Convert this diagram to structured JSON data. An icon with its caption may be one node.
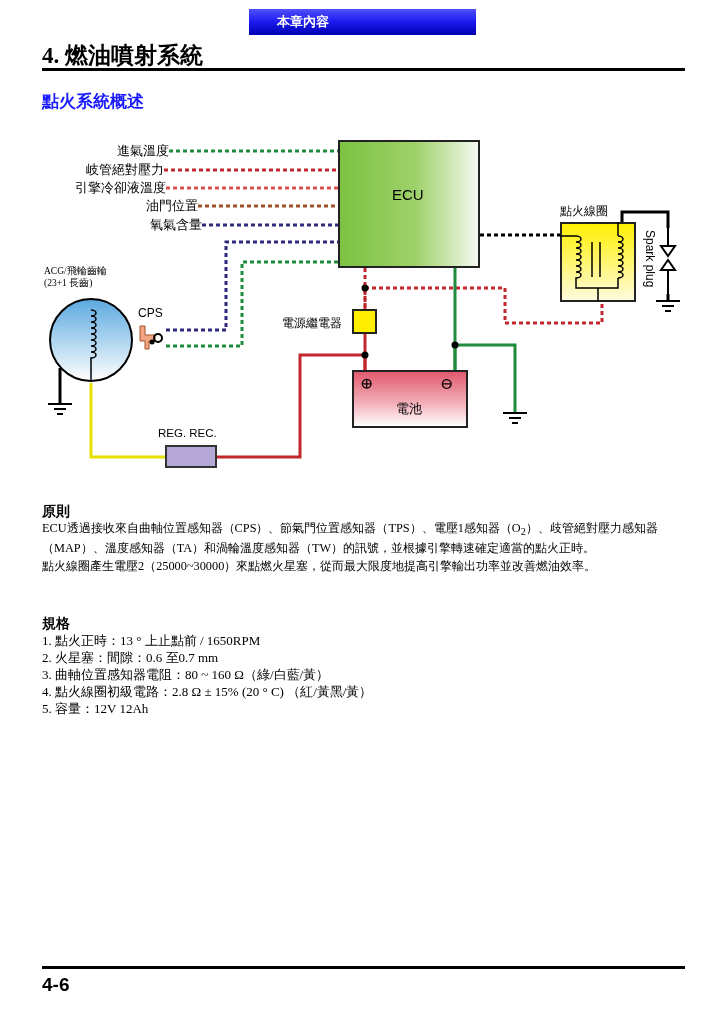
{
  "diagram": {
    "title": "4. 燃油噴射系統",
    "nodes": [
      {
        "text": [
          "ECU"
        ]
      },
      {
        "text": [
          "進氣溫度"
        ]
      },
      {
        "text": [
          "岐管絕對壓力"
        ]
      },
      {
        "text": [
          "引擎冷卻液溫度"
        ]
      },
      {
        "text": [
          "油門位置"
        ]
      },
      {
        "text": [
          "氧氣含量"
        ]
      },
      {
        "text": [
          "ACG/飛輪齒輪 (23+1 長齒)"
        ]
      },
      {
        "text": [
          "CPS"
        ]
      },
      {
        "text": [],
        "shape": "box",
        "beside": [
          "電源繼電器"
        ]
      },
      {
        "text": [
          "⊕",
          "⊖",
          "電池"
        ]
      },
      {
        "text": [
          "REG. REC."
        ]
      },
      {
        "text": [
          "點火線圈"
        ]
      },
      {
        "text": [
          "Spark plug"
        ]
      },
      {
        "text": [],
        "shape": "ground"
      },
      {
        "text": [],
        "shape": "ground"
      },
      {
        "text": [],
        "shape": "ground"
      }
    ],
    "edges": [
      {
        "from": 1,
        "to": 0,
        "arrow": "none",
        "style": "dashed",
        "color": "#1e8c3c"
      },
      {
        "from": 2,
        "to": 0,
        "arrow": "none",
        "style": "dashed",
        "color": "#c1272d"
      },
      {
        "from": 3,
        "to": 0,
        "arrow": "none",
        "style": "dashed",
        "color": "#d9534f"
      },
      {
        "from": 4,
        "to": 0,
        "arrow": "none",
        "style": "dashed",
        "color": "#a0522d"
      },
      {
        "from": 5,
        "to": 0,
        "arrow": "none",
        "style": "dashed",
        "color": "#2e2a7a"
      },
      {
        "from": 7,
        "to": 0,
        "arrow": "none",
        "style": "dashed",
        "color": "#2e2a7a"
      },
      {
        "from": 7,
        "to": 0,
        "arrow": "none",
        "style": "dashed",
        "color": "#1e8c3c"
      },
      {
        "from": 0,
        "to": 11,
        "arrow": "none",
        "style": "dashed",
        "color": "#000000"
      },
      {
        "from": 0,
        "to": 8,
        "arrow": "none",
        "style": "dashed",
        "color": "#c1272d"
      },
      {
        "from": 8,
        "to": 11,
        "arrow": "none",
        "style": "dashed",
        "color": "#c1272d"
      },
      {
        "from": 8,
        "to": 9,
        "arrow": "none",
        "color": "#c1272d"
      },
      {
        "from": 10,
        "to": 9,
        "arrow": "none",
        "color": "#c1272d"
      },
      {
        "from": 6,
        "to": 10,
        "arrow": "none",
        "color": "#e8e000"
      },
      {
        "from": 6,
        "to": 13,
        "arrow": "none",
        "color": "#000000"
      },
      {
        "from": 0,
        "to": 9,
        "arrow": "none",
        "color": "#1e8c3c"
      },
      {
        "from": 9,
        "to": 14,
        "arrow": "none",
        "color": "#1e8c3c"
      },
      {
        "from": 11,
        "to": 12,
        "arrow": "none",
        "color": "#000000"
      },
      {
        "from": 12,
        "to": 15,
        "arrow": "none",
        "color": "#000000"
      }
    ],
    "labels": [
      "本章內容",
      "點火系統概述",
      "原則",
      "ECU透過接收來自曲軸位置感知器（CPS）、節氣門位置感知器（TPS）、電壓1感知器（O$_{2}$）、歧管絕對壓力感知器（MAP）、溫度感知器（TA）和渦輪溫度感知器（TW）的訊號，並根據引擎轉速確定適當的點火正時。",
      "點火線圈產生電壓2（25000~30000）來點燃火星塞，從而最大限度地提高引擎輸出功率並改善燃油效率。",
      "規格",
      "1. 點火正時：13 ° 上止點前 / 1650RPM",
      "2. 火星塞：間隙：0.6 至0.7 mm",
      "3. 曲軸位置感知器電阻：80 ~ 160 Ω（綠/白藍/黃）",
      "4. 點火線圈初級電路：2.8 Ω ± 15% (20 ° C) （紅/黃黑/黃）",
      "5. 容量：12V 12Ah",
      "4-6"
    ]
  }
}
